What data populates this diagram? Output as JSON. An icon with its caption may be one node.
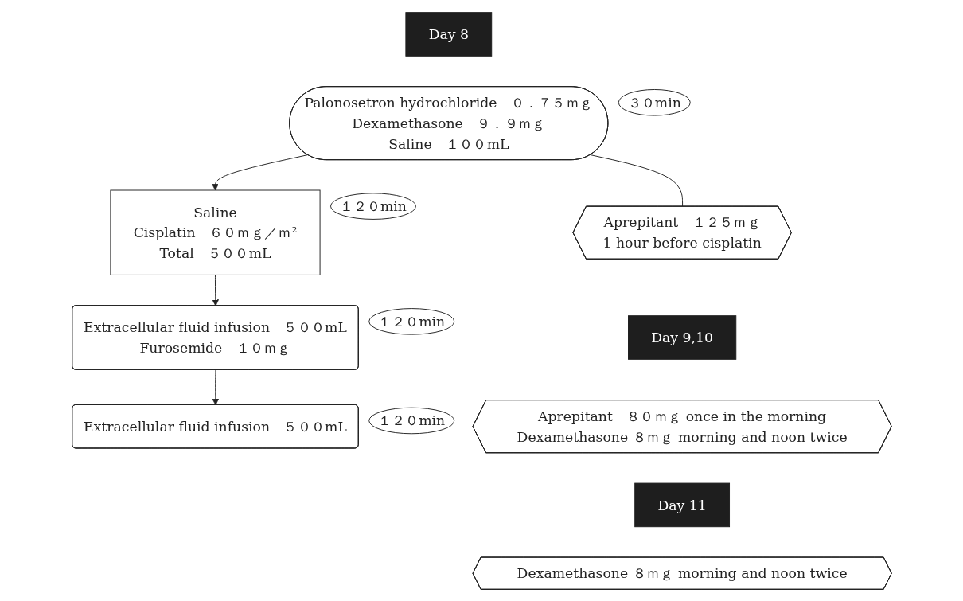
{
  "diagram": {
    "nodes": [
      {
        "text": [
          "Day 8"
        ]
      },
      {
        "text": [
          "Palonosetron hydrochloride　０．７５ｍｇ",
          "Dexamethasone　９．９ｍｇ",
          "Saline　１００mL"
        ],
        "beside": [
          "３０min"
        ]
      },
      {
        "text": [
          "Aprepitant　１２５ｍｇ",
          "1 hour before cisplatin"
        ]
      },
      {
        "text": [
          "Saline",
          "Cisplatin　６０ｍｇ／ｍ²",
          "Total　５００mL"
        ],
        "beside": [
          "１２０min"
        ]
      },
      {
        "text": [
          "Extracellular fluid infusion　５００mL",
          "Furosemide　１０ｍｇ"
        ],
        "beside": [
          "１２０min"
        ]
      },
      {
        "text": [
          "Extracellular fluid infusion　５００mL"
        ],
        "beside": [
          "１２０min"
        ]
      },
      {
        "text": [
          "Day 9,10"
        ]
      },
      {
        "text": [
          "Aprepitant　８０ｍｇ once in the morning",
          "Dexamethasone ８ｍｇ morning and noon twice"
        ]
      },
      {
        "text": [
          "Day 11"
        ]
      },
      {
        "text": [
          "Dexamethasone ８ｍｇ morning and noon twice"
        ]
      }
    ],
    "edges": [
      {
        "from": 1,
        "to": 2,
        "arrow": "none"
      },
      {
        "from": 1,
        "to": 3,
        "arrow": "to"
      },
      {
        "from": 3,
        "to": 4,
        "arrow": "to"
      },
      {
        "from": 4,
        "to": 5,
        "arrow": "to"
      }
    ]
  }
}
